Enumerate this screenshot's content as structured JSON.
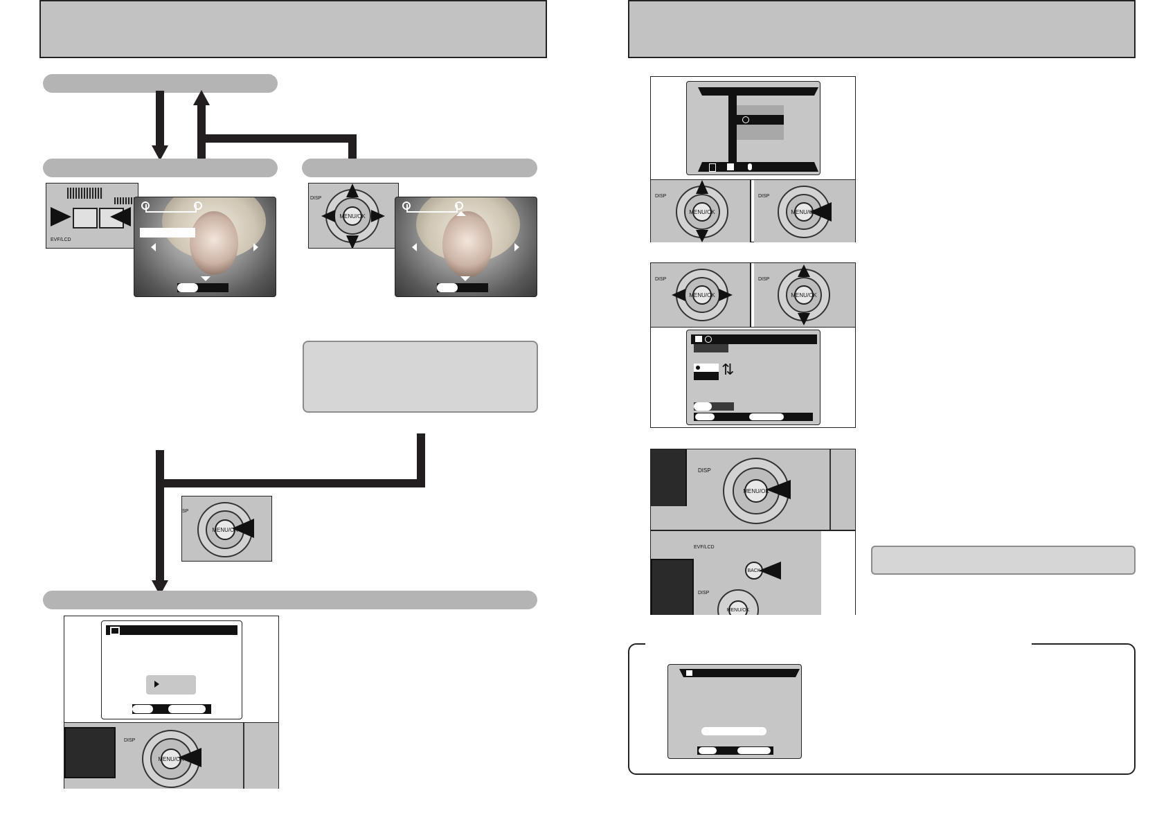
{
  "camera_labels": {
    "disp": "DISP",
    "menu_ok": "MENU/OK",
    "back": "BACK",
    "evf_lcd": "EVF/LCD"
  }
}
